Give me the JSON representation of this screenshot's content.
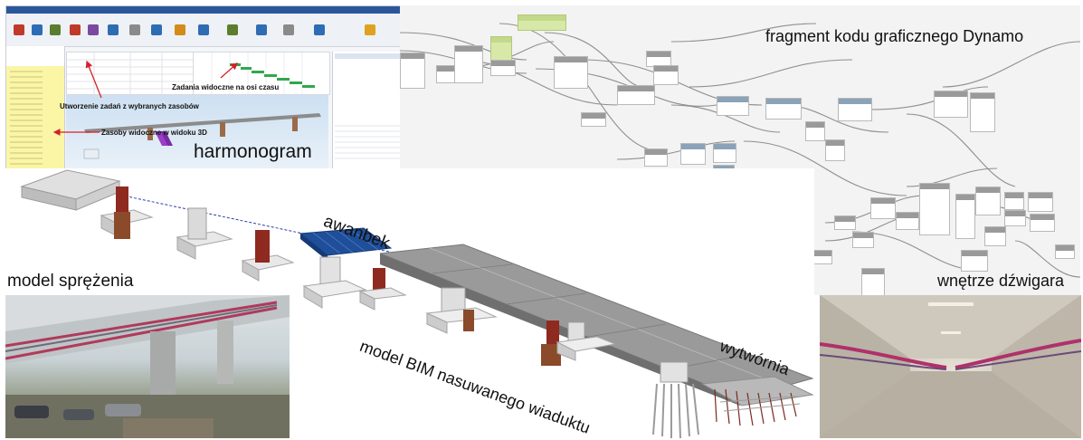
{
  "labels": {
    "dynamo": "fragment kodu graficznego Dynamo",
    "harmonogram": "harmonogram",
    "awanbek": "awanbek",
    "model_sprezenia": "model sprężenia",
    "wnetrze_dzwigara": "wnętrze dźwigara",
    "model_bim": "model BIM nasuwanego wiaduktu",
    "wytwornia": "wytwórnia"
  },
  "annotations": {
    "zadania": "Zadania widoczne na osi czasu",
    "utworzenie": "Utworzenie zadań z wybranych zasobów",
    "zasoby": "Zasoby widoczne w widoku 3D"
  },
  "colors": {
    "annotation_red": "#d6202a",
    "ribbon_blue": "#2b579a",
    "deck_gray": "#8d8d8d",
    "avant_bec_blue": "#1f4f9a",
    "pier_red": "#8e2a1f",
    "timber": "#8b4a2a",
    "concrete": "#d9d9d9",
    "resource_yellow": "#fbf6a6",
    "gantt_green": "#2fa84f"
  },
  "icons": {
    "dynamo_nodes": "graph-node-icon",
    "arrows": "arrow-icon"
  }
}
